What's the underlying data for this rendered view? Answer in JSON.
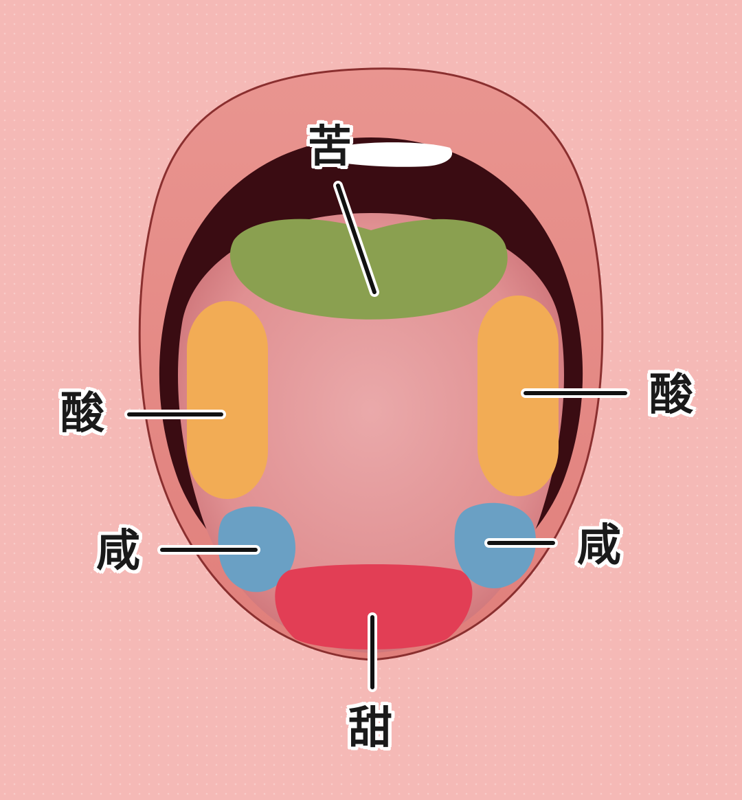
{
  "labels": {
    "bitter": "苦",
    "sour_left": "酸",
    "sour_right": "酸",
    "salty_left": "咸",
    "salty_right": "咸",
    "sweet": "甜"
  },
  "colors": {
    "background": "#f5b9b6",
    "lips": "#e88a86",
    "lip_outline": "#8a2f2f",
    "mouth_interior": "#3a0c12",
    "teeth": "#ffffff",
    "tongue": "#e9a3a4",
    "bitter_zone": "#8aa050",
    "sour_zone": "#f2ac55",
    "salty_zone": "#6aa0c4",
    "sweet_zone": "#e23e55",
    "leader_line": "#111111"
  },
  "icons": {
    "illustration": "tongue-taste-map-icon"
  }
}
